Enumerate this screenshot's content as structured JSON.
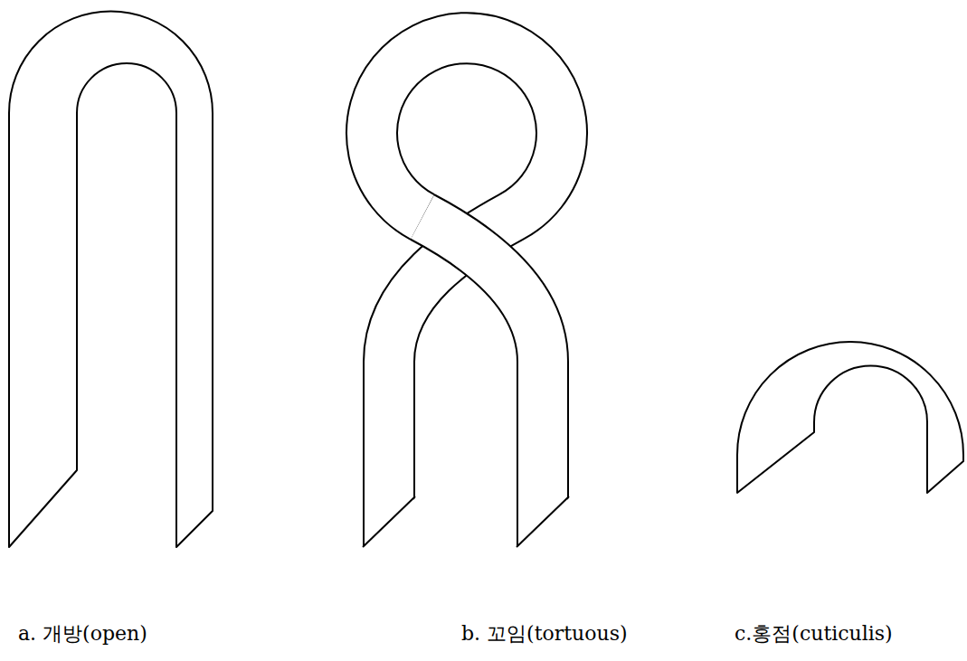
{
  "diagram": {
    "labels": [
      "a. 개방(open)",
      "b. 꼬임(tortuous)",
      "c.홍점(cuticulis)"
    ]
  }
}
